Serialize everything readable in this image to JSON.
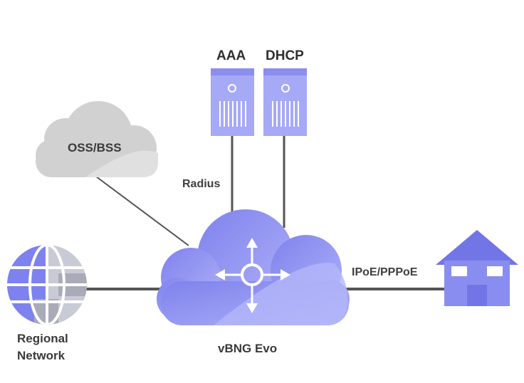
{
  "labels": {
    "aaa": "AAA",
    "dhcp": "DHCP",
    "oss_bss": "OSS/BSS",
    "radius": "Radius",
    "ipoe_pppoe": "IPoE/PPPoE",
    "regional_network_line1": "Regional",
    "regional_network_line2": "Network",
    "vbng_evo": "vBNG Evo"
  },
  "colors": {
    "server_light": "#a5a8f6",
    "server_dark": "#8688ee",
    "cloud_main_light": "#a9acf7",
    "cloud_main_dark": "#7f82ec",
    "cloud_oss": "#cfcfcf",
    "cloud_oss_light": "#dedede",
    "house": "#8a8df0",
    "house_roof": "#7275e6",
    "globe_blue": "#7e82ee",
    "globe_light": "#c8cbd6",
    "globe_grey": "#a9abb8",
    "link_line": "#555555"
  },
  "icons": {
    "server_aaa": "server-icon",
    "server_dhcp": "server-icon",
    "router": "four-way-arrows-icon",
    "home": "house-icon",
    "globe": "globe-icon",
    "cloud": "cloud-icon"
  }
}
